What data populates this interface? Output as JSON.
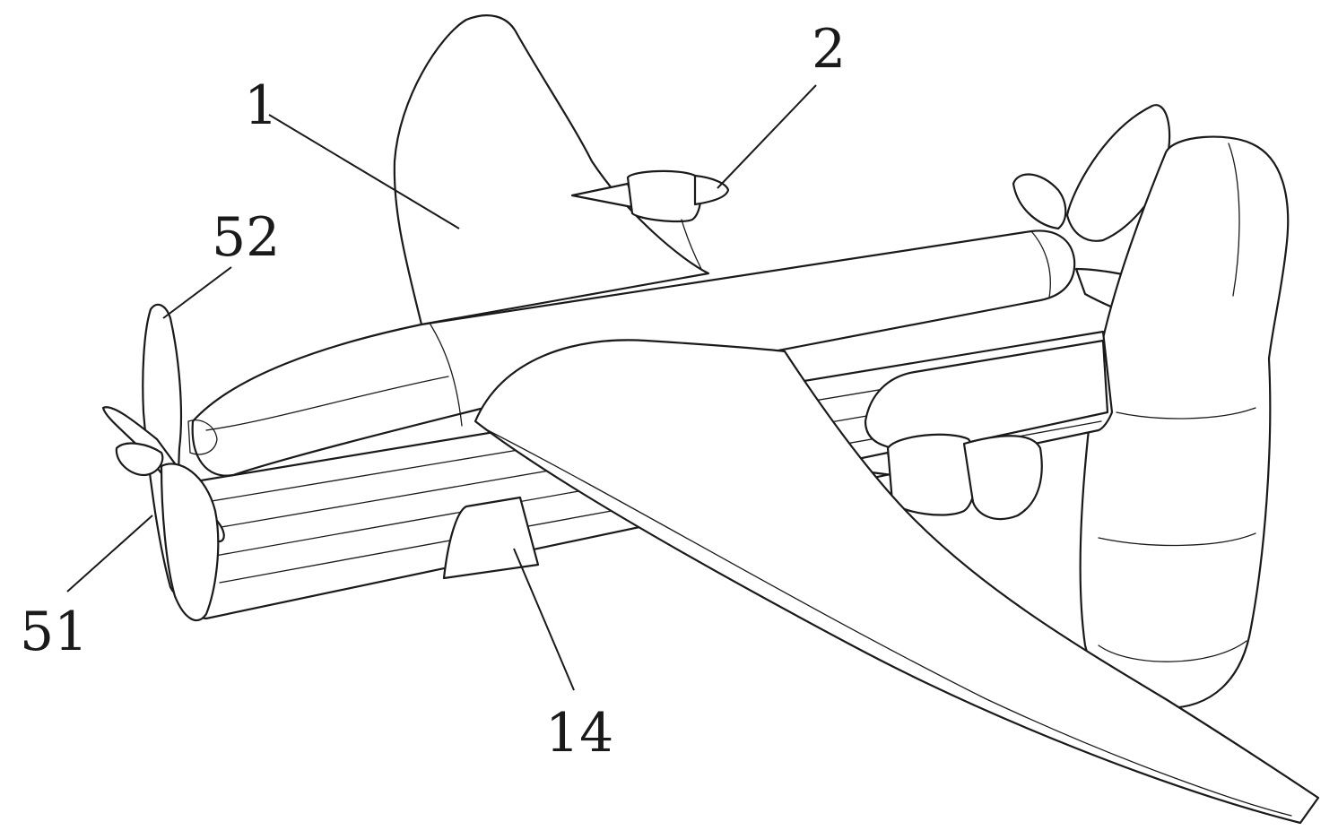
{
  "figure": {
    "labels": [
      {
        "id": "part-1",
        "text": "1"
      },
      {
        "id": "part-2",
        "text": "2"
      },
      {
        "id": "part-14",
        "text": "14"
      },
      {
        "id": "part-51",
        "text": "51"
      },
      {
        "id": "part-52",
        "text": "52"
      }
    ]
  }
}
